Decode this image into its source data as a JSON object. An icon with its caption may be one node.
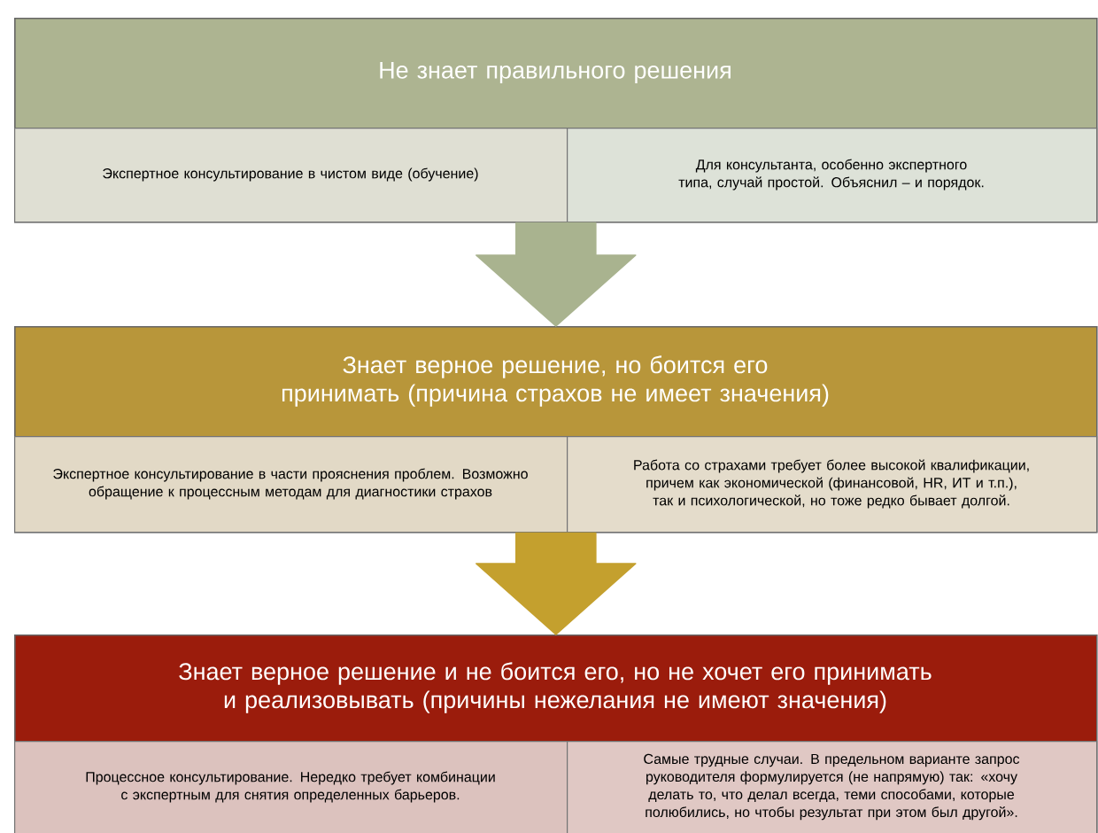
{
  "diagram": {
    "nodes": [
      {
        "text": [
          "Не знает правильного решения"
        ]
      },
      {
        "text": [
          "Экспертное консультирование в чистом виде (обучение)"
        ],
        "in": 0
      },
      {
        "text": [
          "Для консультанта, особенно экспертного типа, случай простой. Объяснил – и порядок."
        ],
        "in": 0
      },
      {
        "text": [
          "Знает верное решение, но боится его принимать (причина страхов не имеет значения)"
        ]
      },
      {
        "text": [
          "Экспертное консультирование в части прояснения проблем. Возможно обращение к процессным методам для диагностики страхов"
        ],
        "in": 3
      },
      {
        "text": [
          "Работа со страхами требует более высокой квалификации, причем как экономической (финансовой, HR, ИТ и т.п.), так и психологической, но тоже редко бывает долгой."
        ],
        "in": 3
      },
      {
        "text": [
          "Знает верное решение и не боится его, но не хочет его принимать и реализовывать (причины нежелания не имеют значения)"
        ]
      },
      {
        "text": [
          "Процессное консультирование. Нередко требует комбинации с экспертным для снятия определенных барьеров."
        ],
        "in": 6
      },
      {
        "text": [
          "Самые трудные случаи. В предельном варианте запрос руководителя формулируется (не напрямую) так: «хочу делать то, что делал всегда, теми способами, которые полюбились, но чтобы результат при этом был другой»."
        ],
        "in": 6
      }
    ],
    "edges": [
      {
        "from": 0,
        "to": 3,
        "arrow": "to",
        "style": "thick",
        "color": "#a9b38f"
      },
      {
        "from": 3,
        "to": 6,
        "arrow": "to",
        "style": "thick",
        "color": "#c4a02e"
      }
    ]
  }
}
